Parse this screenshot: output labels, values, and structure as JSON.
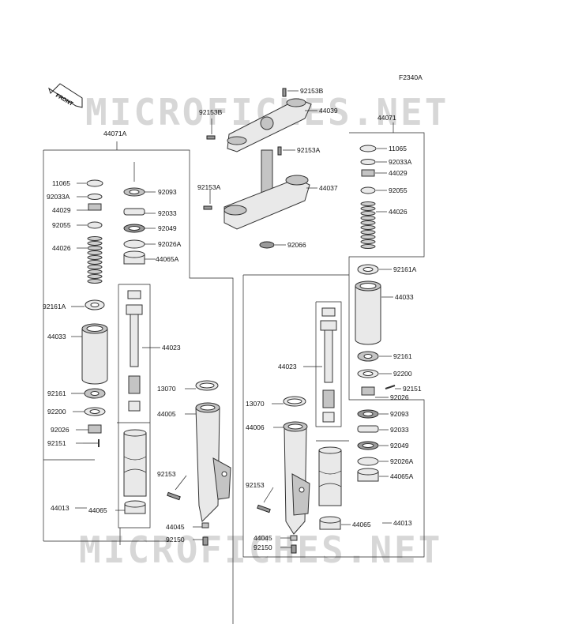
{
  "figure_code": "F2340A",
  "front_label": "FRONT",
  "watermark": "MICROFICHES.NET",
  "groups": {
    "left_assembly": "44071A",
    "right_assembly": "44071",
    "left_inner": "44023",
    "right_inner": "44023"
  },
  "labels": {
    "l_11065": "11065",
    "l_92033A": "92033A",
    "l_44029": "44029",
    "l_92055": "92055",
    "l_44026": "44026",
    "l_92161A": "92161A",
    "l_44033": "44033",
    "l_92161": "92161",
    "l_92200": "92200",
    "l_92026": "92026",
    "l_92151": "92151",
    "l_44013": "44013",
    "l_44065": "44065",
    "l_92093": "92093",
    "l_92033": "92033",
    "l_92049": "92049",
    "l_92026A": "92026A",
    "l_44065A": "44065A",
    "l_13070": "13070",
    "l_44005": "44005",
    "l_92153": "92153",
    "l_44045": "44045",
    "l_92150": "92150",
    "t_92153B_top": "92153B",
    "t_44039": "44039",
    "t_92153B_left": "92153B",
    "t_92153A_right": "92153A",
    "t_92153A_left": "92153A",
    "t_44037": "44037",
    "t_92066": "92066",
    "r_11065": "11065",
    "r_92033A": "92033A",
    "r_44029": "44029",
    "r_92055": "92055",
    "r_44026": "44026",
    "r_92161A": "92161A",
    "r_44033": "44033",
    "r_92161": "92161",
    "r_92200": "92200",
    "r_92151": "92151",
    "r_92026": "92026",
    "r_92093": "92093",
    "r_92033": "92033",
    "r_92049": "92049",
    "r_92026A": "92026A",
    "r_44065A": "44065A",
    "r_44065": "44065",
    "r_44013": "44013",
    "r_13070": "13070",
    "r_44006": "44006",
    "r_92153": "92153",
    "r_44045": "44045",
    "r_92150": "92150"
  }
}
